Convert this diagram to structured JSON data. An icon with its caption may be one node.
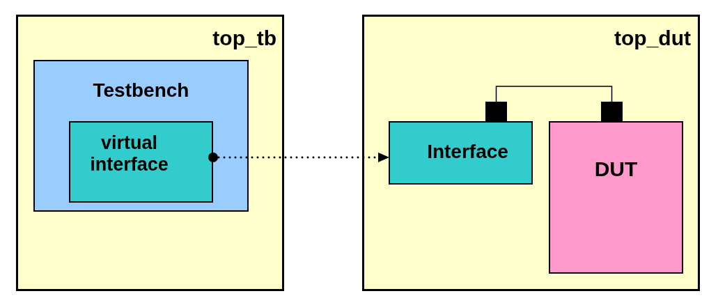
{
  "diagram": {
    "nodes": [
      {
        "text": [
          "top_tb"
        ]
      },
      {
        "text": [
          "Testbench"
        ],
        "in": 0
      },
      {
        "text": [
          "virtual interface"
        ],
        "in": 1
      },
      {
        "text": [
          "top_dut"
        ]
      },
      {
        "text": [],
        "shape": "box",
        "in": 3
      },
      {
        "text": [],
        "shape": "box",
        "in": 3
      },
      {
        "text": [
          "Interface"
        ],
        "in": 3
      },
      {
        "text": [
          "DUT"
        ],
        "in": 3
      }
    ],
    "edges": [
      {
        "from": 2,
        "to": 6,
        "arrow": "to",
        "style": "dashed"
      },
      {
        "from": 4,
        "to": 5,
        "arrow": "none"
      }
    ]
  }
}
